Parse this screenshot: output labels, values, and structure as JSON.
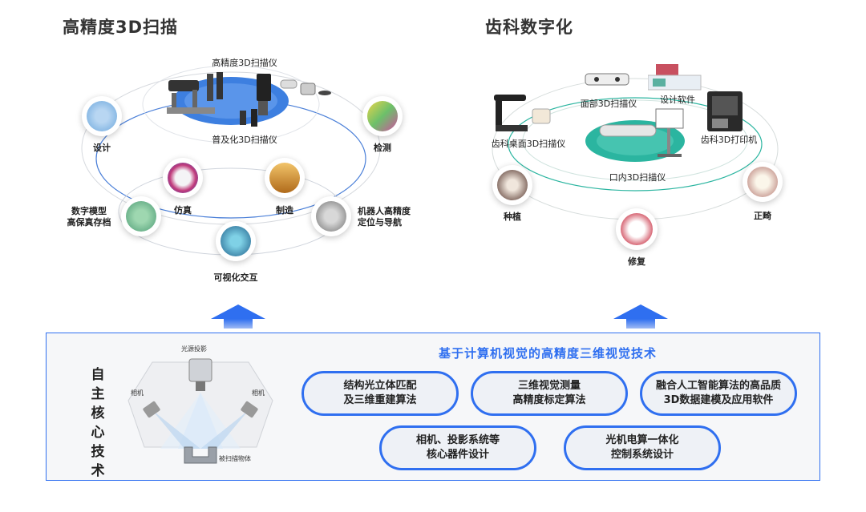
{
  "left_title": "高精度3D扫描",
  "right_title": "齿科数字化",
  "left": {
    "top_label": "高精度3D扫描仪",
    "mid_label": "普及化3D扫描仪",
    "nodes": {
      "design": "设计",
      "inspection": "检测",
      "simulation": "仿真",
      "manufacturing": "制造",
      "archive_line1": "数字模型",
      "archive_line2": "高保真存档",
      "robot_line1": "机器人高精度",
      "robot_line2": "定位与导航",
      "visual": "可视化交互"
    }
  },
  "right": {
    "face_scanner": "面部3D扫描仪",
    "design_software": "设计软件",
    "desktop_scanner": "齿科桌面3D扫描仪",
    "printer": "齿科3D打印机",
    "intraoral": "口内3D扫描仪",
    "implant": "种植",
    "orthodontics": "正畸",
    "restoration": "修复"
  },
  "core": {
    "vertical_title": [
      "自",
      "主",
      "核",
      "心",
      "技",
      "术"
    ],
    "headline": "基于计算机视觉的高精度三维视觉技术",
    "diagram": {
      "projector": "光源投影",
      "camera_left": "相机",
      "camera_right": "相机",
      "object": "被扫描物体"
    },
    "pills": [
      {
        "line1": "结构光立体匹配",
        "line2": "及三维重建算法"
      },
      {
        "line1": "三维视觉测量",
        "line2": "高精度标定算法"
      },
      {
        "line1": "融合人工智能算法的高品质",
        "line2": "3D数据建模及应用软件"
      },
      {
        "line1": "相机、投影系统等",
        "line2": "核心器件设计"
      },
      {
        "line1": "光机电算一体化",
        "line2": "控制系统设计"
      }
    ]
  },
  "colors": {
    "accent": "#2f6ff0",
    "teal": "#2bb5a0"
  }
}
